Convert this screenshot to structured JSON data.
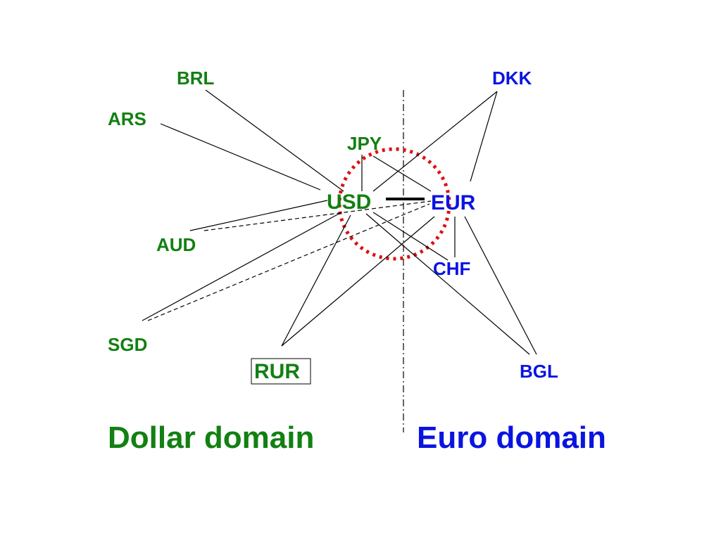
{
  "colors": {
    "dollar": "#128012",
    "euro": "#0a14e0",
    "circle": "#dd1111",
    "line": "#000000"
  },
  "nodes": {
    "usd": "USD",
    "eur": "EUR",
    "brl": "BRL",
    "ars": "ARS",
    "jpy": "JPY",
    "aud": "AUD",
    "sgd": "SGD",
    "rur": "RUR",
    "dkk": "DKK",
    "chf": "CHF",
    "bgl": "BGL"
  },
  "domains": {
    "dollar": "Dollar domain",
    "euro": "Euro domain"
  }
}
